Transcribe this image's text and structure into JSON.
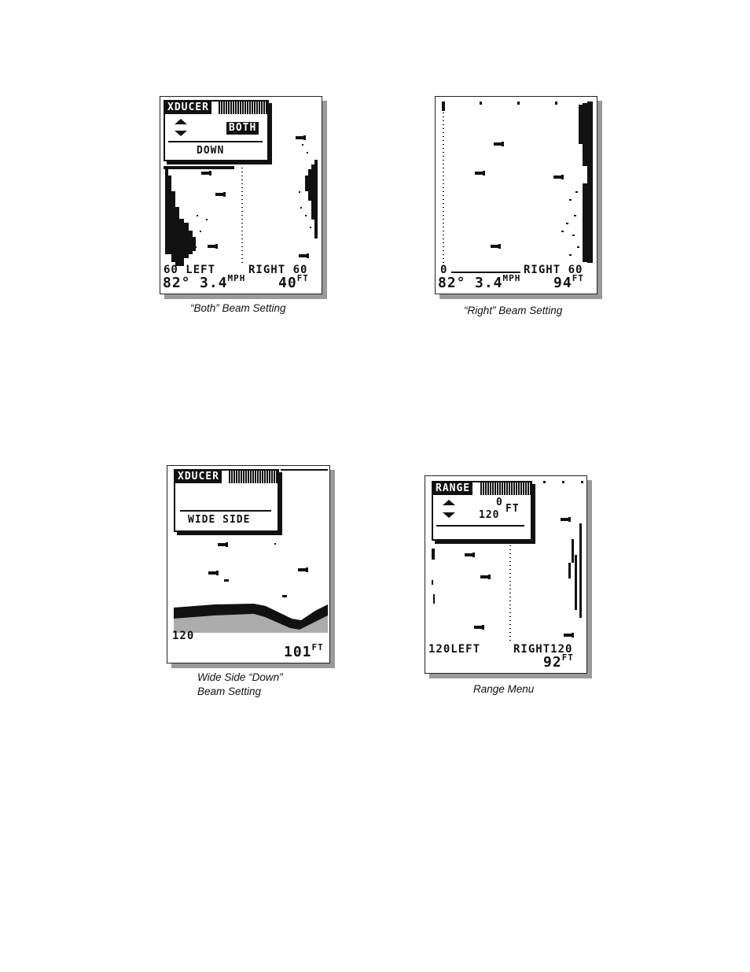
{
  "panels": {
    "both": {
      "menu_title": "XDUCER",
      "menu_value": "BOTH",
      "menu_option": "DOWN",
      "left_label": "60 LEFT",
      "right_label": "RIGHT 60",
      "temp": "82°",
      "speed": "3.4",
      "speed_unit": "MPH",
      "depth": "40",
      "depth_unit": "FT",
      "caption": "“Both” Beam Setting"
    },
    "right": {
      "left_label": "0",
      "right_label": "RIGHT 60",
      "temp": "82°",
      "speed": "3.4",
      "speed_unit": "MPH",
      "depth": "94",
      "depth_unit": "FT",
      "caption": "“Right” Beam Setting"
    },
    "wide_side": {
      "menu_title": "XDUCER",
      "menu_option": "WIDE SIDE",
      "range_label": "120",
      "depth": "101",
      "depth_unit": "FT",
      "caption_line1": "Wide Side “Down”",
      "caption_line2": "Beam Setting"
    },
    "range": {
      "menu_title": "RANGE",
      "upper_value": "0",
      "lower_value": "120",
      "unit": "FT",
      "left_label": "120LEFT",
      "right_label": "RIGHT120",
      "depth": "92",
      "depth_unit": "FT",
      "caption": "Range Menu"
    }
  }
}
